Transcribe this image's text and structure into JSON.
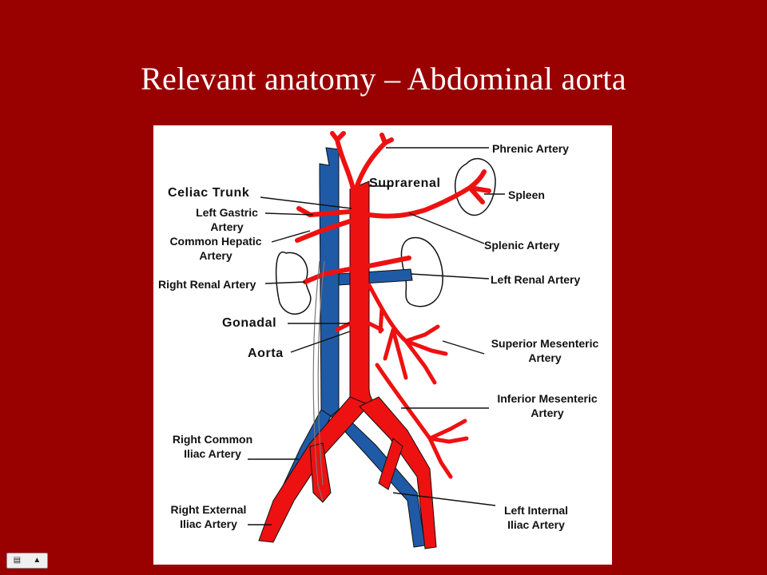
{
  "slide": {
    "title": "Relevant anatomy – Abdominal aorta"
  },
  "diagram": {
    "labels": {
      "phrenic": "Phrenic Artery",
      "suprarenal": "Suprarenal",
      "spleen": "Spleen",
      "celiac": "Celiac Trunk",
      "left_gastric_1": "Left Gastric",
      "left_gastric_2": "Artery",
      "common_hepatic_1": "Common Hepatic",
      "common_hepatic_2": "Artery",
      "splenic": "Splenic Artery",
      "right_renal": "Right Renal Artery",
      "left_renal": "Left Renal Artery",
      "gonadal": "Gonadal",
      "aorta": "Aorta",
      "sup_mes_1": "Superior Mesenteric",
      "sup_mes_2": "Artery",
      "inf_mes_1": "Inferior Mesenteric",
      "inf_mes_2": "Artery",
      "r_common_iliac_1": "Right Common",
      "r_common_iliac_2": "Iliac Artery",
      "r_external_iliac_1": "Right External",
      "r_external_iliac_2": "Iliac Artery",
      "l_internal_iliac_1": "Left Internal",
      "l_internal_iliac_2": "Iliac Artery"
    },
    "colors": {
      "artery": "#ee1111",
      "vein": "#1f5aa6",
      "outline": "#111111"
    }
  },
  "controls": {
    "icons": [
      "slide-menu-icon",
      "up-arrow-icon"
    ]
  }
}
